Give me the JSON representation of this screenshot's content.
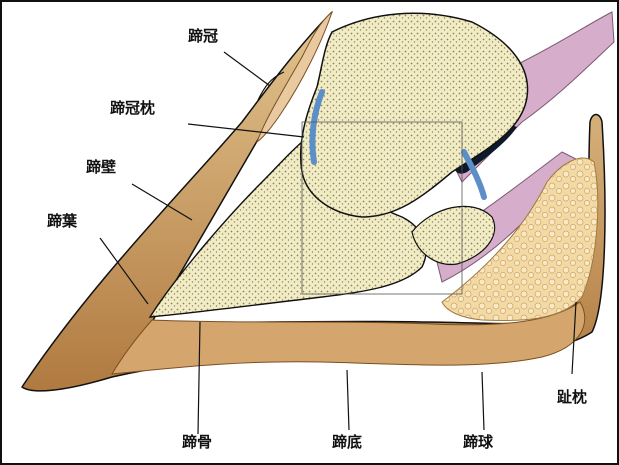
{
  "labels": {
    "hoof_crown": "蹄冠",
    "coronary_cushion": "蹄冠枕",
    "hoof_wall": "蹄壁",
    "laminae": "蹄葉",
    "coffin_bone": "蹄骨",
    "sole": "蹄底",
    "bulb": "蹄球",
    "digital_cushion": "趾枕"
  },
  "colors": {
    "bone": "#f2ecc4",
    "bone_speckle": "#8a8466",
    "horn": "#c89a60",
    "horn_dark": "#8a5a2a",
    "cushion": "#f3d9a4",
    "tendon": "#d6aecb",
    "cartilage": "#5c8fc8",
    "joint_space": "#0e1a2b",
    "line": "#111111"
  }
}
